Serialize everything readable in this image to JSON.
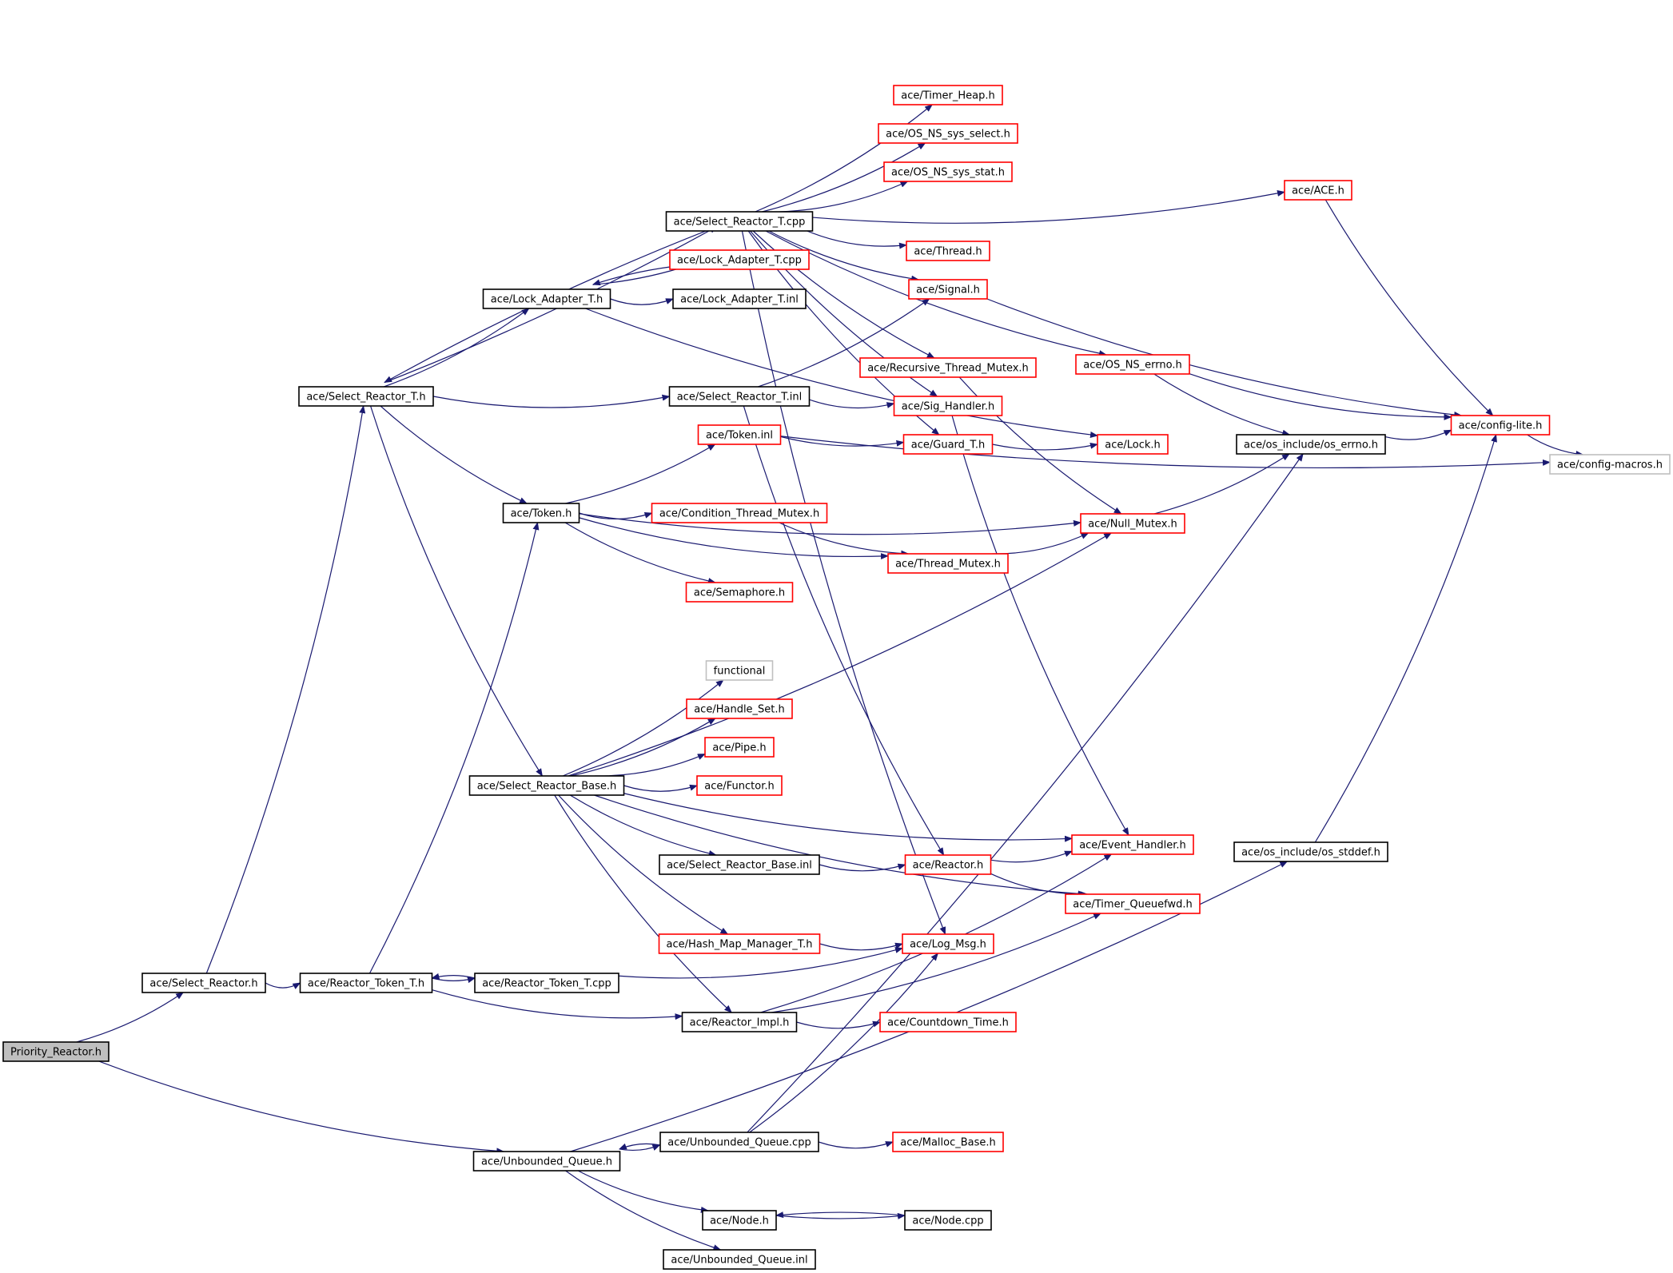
{
  "nodes": [
    {
      "id": "priority_reactor_h",
      "label": "Priority_Reactor.h",
      "style": "root"
    },
    {
      "id": "select_reactor_h",
      "label": "ace/Select_Reactor.h",
      "style": "black"
    },
    {
      "id": "unbounded_queue_h",
      "label": "ace/Unbounded_Queue.h",
      "style": "black"
    },
    {
      "id": "select_reactor_t_h",
      "label": "ace/Select_Reactor_T.h",
      "style": "black"
    },
    {
      "id": "reactor_token_t_h",
      "label": "ace/Reactor_Token_T.h",
      "style": "black"
    },
    {
      "id": "select_reactor_t_cpp",
      "label": "ace/Select_Reactor_T.cpp",
      "style": "black"
    },
    {
      "id": "lock_adapter_t_h",
      "label": "ace/Lock_Adapter_T.h",
      "style": "black"
    },
    {
      "id": "select_reactor_t_inl",
      "label": "ace/Select_Reactor_T.inl",
      "style": "black"
    },
    {
      "id": "token_h",
      "label": "ace/Token.h",
      "style": "black"
    },
    {
      "id": "select_reactor_base_h",
      "label": "ace/Select_Reactor_Base.h",
      "style": "black"
    },
    {
      "id": "timer_heap_h",
      "label": "ace/Timer_Heap.h",
      "style": "red"
    },
    {
      "id": "os_ns_sys_select_h",
      "label": "ace/OS_NS_sys_select.h",
      "style": "red"
    },
    {
      "id": "os_ns_sys_stat_h",
      "label": "ace/OS_NS_sys_stat.h",
      "style": "red"
    },
    {
      "id": "ace_h",
      "label": "ace/ACE.h",
      "style": "red"
    },
    {
      "id": "thread_h",
      "label": "ace/Thread.h",
      "style": "red"
    },
    {
      "id": "lock_adapter_t_cpp",
      "label": "ace/Lock_Adapter_T.cpp",
      "style": "red"
    },
    {
      "id": "signal_h",
      "label": "ace/Signal.h",
      "style": "red"
    },
    {
      "id": "lock_adapter_t_inl",
      "label": "ace/Lock_Adapter_T.inl",
      "style": "black"
    },
    {
      "id": "recursive_thread_mutex_h",
      "label": "ace/Recursive_Thread_Mutex.h",
      "style": "red"
    },
    {
      "id": "os_ns_errno_h",
      "label": "ace/OS_NS_errno.h",
      "style": "red"
    },
    {
      "id": "sig_handler_h",
      "label": "ace/Sig_Handler.h",
      "style": "red"
    },
    {
      "id": "config_lite_h",
      "label": "ace/config-lite.h",
      "style": "red"
    },
    {
      "id": "token_inl",
      "label": "ace/Token.inl",
      "style": "red"
    },
    {
      "id": "guard_t_h",
      "label": "ace/Guard_T.h",
      "style": "red"
    },
    {
      "id": "lock_h",
      "label": "ace/Lock.h",
      "style": "red"
    },
    {
      "id": "os_errno_h",
      "label": "ace/os_include/os_errno.h",
      "style": "black"
    },
    {
      "id": "config_macros_h",
      "label": "ace/config-macros.h",
      "style": "gray"
    },
    {
      "id": "condition_thread_mutex_h",
      "label": "ace/Condition_Thread_Mutex.h",
      "style": "red"
    },
    {
      "id": "null_mutex_h",
      "label": "ace/Null_Mutex.h",
      "style": "red"
    },
    {
      "id": "thread_mutex_h",
      "label": "ace/Thread_Mutex.h",
      "style": "red"
    },
    {
      "id": "semaphore_h",
      "label": "ace/Semaphore.h",
      "style": "red"
    },
    {
      "id": "functional",
      "label": "functional",
      "style": "gray"
    },
    {
      "id": "handle_set_h",
      "label": "ace/Handle_Set.h",
      "style": "red"
    },
    {
      "id": "pipe_h",
      "label": "ace/Pipe.h",
      "style": "red"
    },
    {
      "id": "functor_h",
      "label": "ace/Functor.h",
      "style": "red"
    },
    {
      "id": "event_handler_h",
      "label": "ace/Event_Handler.h",
      "style": "red"
    },
    {
      "id": "os_stddef_h",
      "label": "ace/os_include/os_stddef.h",
      "style": "black"
    },
    {
      "id": "select_reactor_base_inl",
      "label": "ace/Select_Reactor_Base.inl",
      "style": "black"
    },
    {
      "id": "reactor_h",
      "label": "ace/Reactor.h",
      "style": "red"
    },
    {
      "id": "timer_queuefwd_h",
      "label": "ace/Timer_Queuefwd.h",
      "style": "red"
    },
    {
      "id": "hash_map_manager_t_h",
      "label": "ace/Hash_Map_Manager_T.h",
      "style": "red"
    },
    {
      "id": "log_msg_h",
      "label": "ace/Log_Msg.h",
      "style": "red"
    },
    {
      "id": "reactor_token_t_cpp",
      "label": "ace/Reactor_Token_T.cpp",
      "style": "black"
    },
    {
      "id": "reactor_impl_h",
      "label": "ace/Reactor_Impl.h",
      "style": "black"
    },
    {
      "id": "countdown_time_h",
      "label": "ace/Countdown_Time.h",
      "style": "red"
    },
    {
      "id": "unbounded_queue_cpp",
      "label": "ace/Unbounded_Queue.cpp",
      "style": "black"
    },
    {
      "id": "malloc_base_h",
      "label": "ace/Malloc_Base.h",
      "style": "red"
    },
    {
      "id": "node_h",
      "label": "ace/Node.h",
      "style": "black"
    },
    {
      "id": "node_cpp",
      "label": "ace/Node.cpp",
      "style": "black"
    },
    {
      "id": "unbounded_queue_inl",
      "label": "ace/Unbounded_Queue.inl",
      "style": "black"
    }
  ],
  "edges": [
    [
      "priority_reactor_h",
      "select_reactor_h"
    ],
    [
      "priority_reactor_h",
      "unbounded_queue_h"
    ],
    [
      "select_reactor_h",
      "select_reactor_t_h"
    ],
    [
      "select_reactor_h",
      "reactor_token_t_h"
    ],
    [
      "select_reactor_t_h",
      "select_reactor_t_cpp"
    ],
    [
      "select_reactor_t_cpp",
      "select_reactor_t_h"
    ],
    [
      "select_reactor_t_h",
      "lock_adapter_t_h"
    ],
    [
      "select_reactor_t_h",
      "select_reactor_t_inl"
    ],
    [
      "select_reactor_t_h",
      "token_h"
    ],
    [
      "select_reactor_t_h",
      "select_reactor_base_h"
    ],
    [
      "select_reactor_t_cpp",
      "timer_heap_h"
    ],
    [
      "select_reactor_t_cpp",
      "os_ns_sys_select_h"
    ],
    [
      "select_reactor_t_cpp",
      "os_ns_sys_stat_h"
    ],
    [
      "select_reactor_t_cpp",
      "ace_h"
    ],
    [
      "select_reactor_t_cpp",
      "thread_h"
    ],
    [
      "select_reactor_t_cpp",
      "signal_h"
    ],
    [
      "select_reactor_t_cpp",
      "recursive_thread_mutex_h"
    ],
    [
      "select_reactor_t_cpp",
      "os_ns_errno_h"
    ],
    [
      "select_reactor_t_cpp",
      "sig_handler_h"
    ],
    [
      "select_reactor_t_cpp",
      "guard_t_h"
    ],
    [
      "select_reactor_t_cpp",
      "log_msg_h"
    ],
    [
      "lock_adapter_t_h",
      "lock_adapter_t_cpp"
    ],
    [
      "lock_adapter_t_cpp",
      "lock_adapter_t_h"
    ],
    [
      "lock_adapter_t_h",
      "lock_adapter_t_inl"
    ],
    [
      "lock_adapter_t_h",
      "lock_h"
    ],
    [
      "select_reactor_t_inl",
      "signal_h"
    ],
    [
      "select_reactor_t_inl",
      "sig_handler_h"
    ],
    [
      "select_reactor_t_inl",
      "reactor_h"
    ],
    [
      "token_h",
      "token_inl"
    ],
    [
      "token_h",
      "condition_thread_mutex_h"
    ],
    [
      "token_h",
      "null_mutex_h"
    ],
    [
      "token_h",
      "thread_mutex_h"
    ],
    [
      "token_h",
      "semaphore_h"
    ],
    [
      "token_inl",
      "guard_t_h"
    ],
    [
      "token_inl",
      "config_macros_h"
    ],
    [
      "guard_t_h",
      "lock_h"
    ],
    [
      "condition_thread_mutex_h",
      "thread_mutex_h"
    ],
    [
      "thread_mutex_h",
      "null_mutex_h"
    ],
    [
      "recursive_thread_mutex_h",
      "null_mutex_h"
    ],
    [
      "null_mutex_h",
      "os_errno_h"
    ],
    [
      "os_ns_errno_h",
      "os_errno_h"
    ],
    [
      "os_ns_errno_h",
      "config_lite_h"
    ],
    [
      "os_errno_h",
      "config_lite_h"
    ],
    [
      "ace_h",
      "config_lite_h"
    ],
    [
      "signal_h",
      "config_lite_h"
    ],
    [
      "config_lite_h",
      "config_macros_h"
    ],
    [
      "sig_handler_h",
      "event_handler_h"
    ],
    [
      "select_reactor_base_h",
      "functional"
    ],
    [
      "select_reactor_base_h",
      "handle_set_h"
    ],
    [
      "select_reactor_base_h",
      "pipe_h"
    ],
    [
      "select_reactor_base_h",
      "functor_h"
    ],
    [
      "select_reactor_base_h",
      "null_mutex_h"
    ],
    [
      "select_reactor_base_h",
      "event_handler_h"
    ],
    [
      "select_reactor_base_h",
      "select_reactor_base_inl"
    ],
    [
      "select_reactor_base_h",
      "timer_queuefwd_h"
    ],
    [
      "select_reactor_base_h",
      "hash_map_manager_t_h"
    ],
    [
      "select_reactor_base_h",
      "reactor_impl_h"
    ],
    [
      "select_reactor_base_inl",
      "reactor_h"
    ],
    [
      "reactor_h",
      "event_handler_h"
    ],
    [
      "reactor_h",
      "timer_queuefwd_h"
    ],
    [
      "hash_map_manager_t_h",
      "log_msg_h"
    ],
    [
      "reactor_token_t_h",
      "token_h"
    ],
    [
      "reactor_token_t_h",
      "reactor_token_t_cpp"
    ],
    [
      "reactor_token_t_cpp",
      "reactor_token_t_h"
    ],
    [
      "reactor_token_t_cpp",
      "log_msg_h"
    ],
    [
      "reactor_token_t_h",
      "reactor_impl_h"
    ],
    [
      "reactor_impl_h",
      "countdown_time_h"
    ],
    [
      "reactor_impl_h",
      "event_handler_h"
    ],
    [
      "reactor_impl_h",
      "timer_queuefwd_h"
    ],
    [
      "os_stddef_h",
      "config_lite_h"
    ],
    [
      "unbounded_queue_h",
      "unbounded_queue_cpp"
    ],
    [
      "unbounded_queue_cpp",
      "unbounded_queue_h"
    ],
    [
      "unbounded_queue_cpp",
      "malloc_base_h"
    ],
    [
      "unbounded_queue_cpp",
      "log_msg_h"
    ],
    [
      "unbounded_queue_cpp",
      "os_errno_h"
    ],
    [
      "unbounded_queue_h",
      "node_h"
    ],
    [
      "unbounded_queue_h",
      "unbounded_queue_inl"
    ],
    [
      "unbounded_queue_h",
      "os_stddef_h"
    ],
    [
      "node_h",
      "node_cpp"
    ],
    [
      "node_cpp",
      "node_h"
    ]
  ]
}
